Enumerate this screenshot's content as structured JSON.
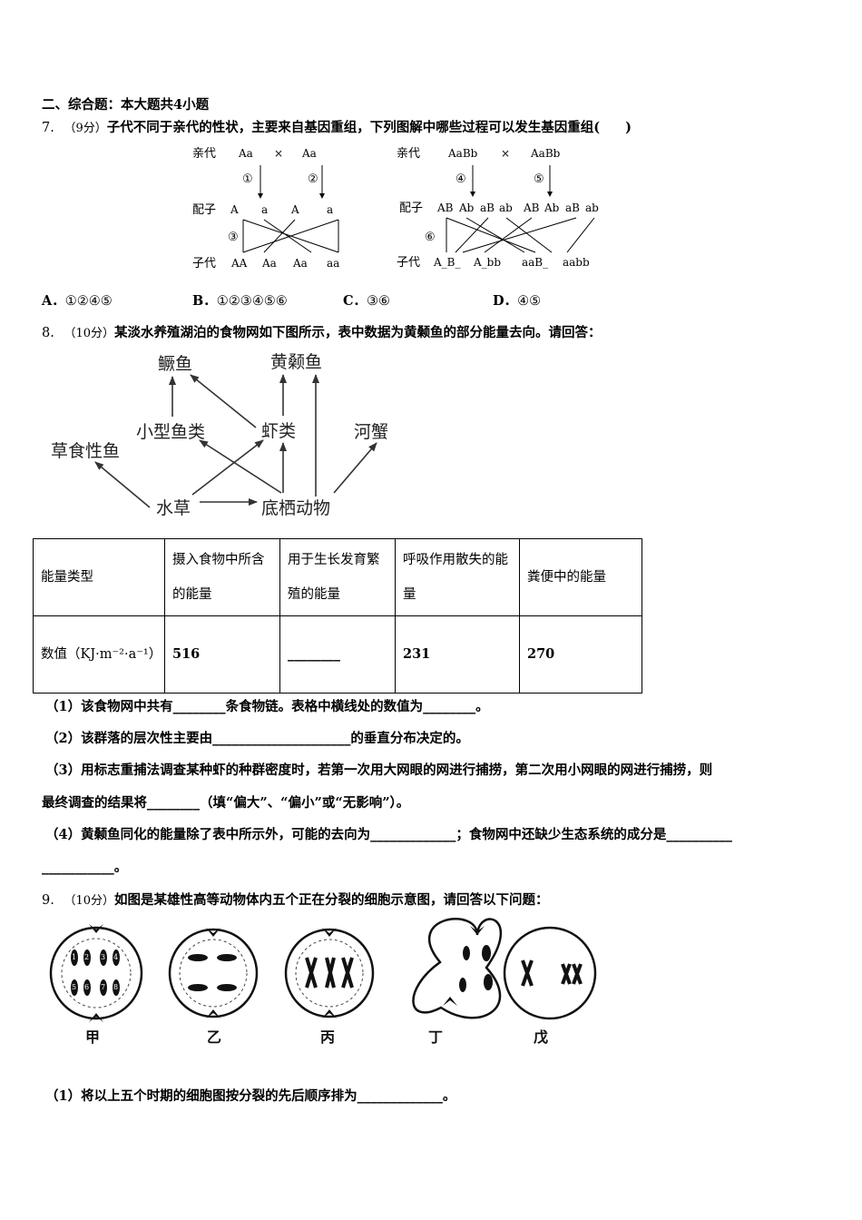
{
  "section_title": "二、综合题：本大题共4小题",
  "q7": {
    "number": "7.",
    "points": "（9分）",
    "text": "子代不同于亲代的性状，主要来自基因重组，下列图解中哪些过程可以发生基因重组(",
    "paren_close": ")",
    "left_diagram": {
      "parent_label": "亲代",
      "p1": "Aa",
      "cross": "×",
      "p2": "Aa",
      "step1": "①",
      "step2": "②",
      "step3": "③",
      "gamete_label": "配子",
      "gametes": [
        "A",
        "a",
        "A",
        "a"
      ],
      "offspring_label": "子代",
      "offspring": [
        "AA",
        "Aa",
        "Aa",
        "aa"
      ]
    },
    "right_diagram": {
      "parent_label": "亲代",
      "p1": "AaBb",
      "cross": "×",
      "p2": "AaBb",
      "step4": "④",
      "step5": "⑤",
      "step6": "⑥",
      "gamete_label": "配子",
      "gametes": [
        "AB",
        "Ab",
        "aB",
        "ab",
        "AB",
        "Ab",
        "aB",
        "ab"
      ],
      "offspring_label": "子代",
      "offspring": [
        "A_B_",
        "A_bb",
        "aaB_",
        "aabb"
      ]
    },
    "options": [
      {
        "letter": "A．",
        "text": "①②④⑤"
      },
      {
        "letter": "B．",
        "text": "①②③④⑤⑥"
      },
      {
        "letter": "C．",
        "text": "③⑥"
      },
      {
        "letter": "D．",
        "text": "④⑤"
      }
    ]
  },
  "q8": {
    "number": "8.",
    "points": "（10分）",
    "text": "某淡水养殖湖泊的食物网如下图所示，表中数据为黄颡鱼的部分能量去向。请回答：",
    "food_web": {
      "nodes": [
        "鳜鱼",
        "黄颡鱼",
        "小型鱼类",
        "虾类",
        "河蟹",
        "草食性鱼",
        "水草",
        "底栖动物"
      ]
    },
    "table": {
      "headers": [
        "能量类型",
        "摄入食物中所含的能量",
        "用于生长发育繁殖的能量",
        "呼吸作用散失的能量",
        "粪便中的能量"
      ],
      "row_label": "数值（KJ·m⁻²·a⁻¹）",
      "values": [
        "516",
        "________",
        "231",
        "270"
      ]
    },
    "sub1": "（1）该食物网中共有________条食物链。表格中横线处的数值为________。",
    "sub2": "（2）该群落的层次性主要由_____________________的垂直分布决定的。",
    "sub3a": "（3）用标志重捕法调查某种虾的种群密度时，若第一次用大网眼的网进行捕捞，第二次用小网眼的网进行捕捞，则",
    "sub3b": "最终调查的结果将________（填“偏大”、“偏小”或“无影响”）。",
    "sub4a": "（4）黄颡鱼同化的能量除了表中所示外，可能的去向为_____________；食物网中还缺少生态系统的成分是__________",
    "sub4b": "___________。"
  },
  "q9": {
    "number": "9.",
    "points": "（10分）",
    "text": "如图是某雄性高等动物体内五个正在分裂的细胞示意图，请回答以下问题：",
    "cells": [
      "甲",
      "乙",
      "丙",
      "丁",
      "戊"
    ],
    "cell_numbers": [
      "1",
      "2",
      "3",
      "4",
      "5",
      "6",
      "7",
      "8"
    ],
    "sub1": "（1）将以上五个时期的细胞图按分裂的先后顺序排为_____________。"
  }
}
